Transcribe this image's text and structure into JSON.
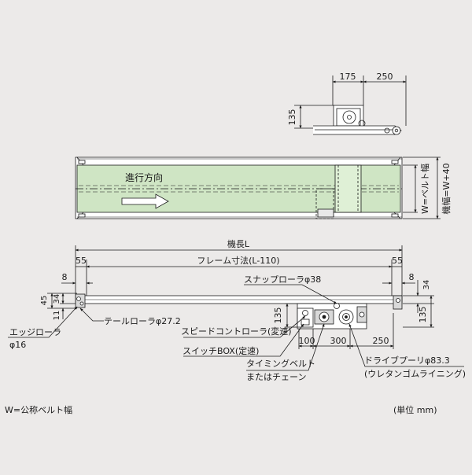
{
  "side_view": {
    "dims": [
      "175",
      "250",
      "135"
    ]
  },
  "plan_view": {
    "direction_label": "進行方向",
    "right_dims": [
      "W=ベルト幅",
      "機幅=W+40"
    ]
  },
  "front_view": {
    "overall_length": "機長L",
    "frame_length": "フレーム寸法(L-110)",
    "left_dims": [
      "55",
      "8",
      "34",
      "45",
      "11"
    ],
    "right_dims": [
      "55",
      "8",
      "34",
      "135"
    ],
    "drive_dims": [
      "135",
      "100",
      "300",
      "250"
    ]
  },
  "callouts": {
    "snap_roller": "スナップローラφ38",
    "tail_roller": "テールローラφ27.2",
    "edge_roller_line1": "エッジローラ",
    "edge_roller_line2": "φ16",
    "speed_controller": "スピードコントローラ(変速)",
    "switch_box": "スイッチBOX(定速)",
    "timing_belt_line1": "タイミングベルト",
    "timing_belt_line2": "またはチェーン",
    "drive_pulley_line1": "ドライブプーリφ83.3",
    "drive_pulley_line2": "(ウレタンゴムライニング)"
  },
  "notes": {
    "belt_width": "W=公称ベルト幅",
    "unit": "(単位 mm)"
  },
  "colors": {
    "belt": "#cfe5c4",
    "frame": "#ffffff",
    "line": "#1a1a1a",
    "background": "#eceae9"
  }
}
